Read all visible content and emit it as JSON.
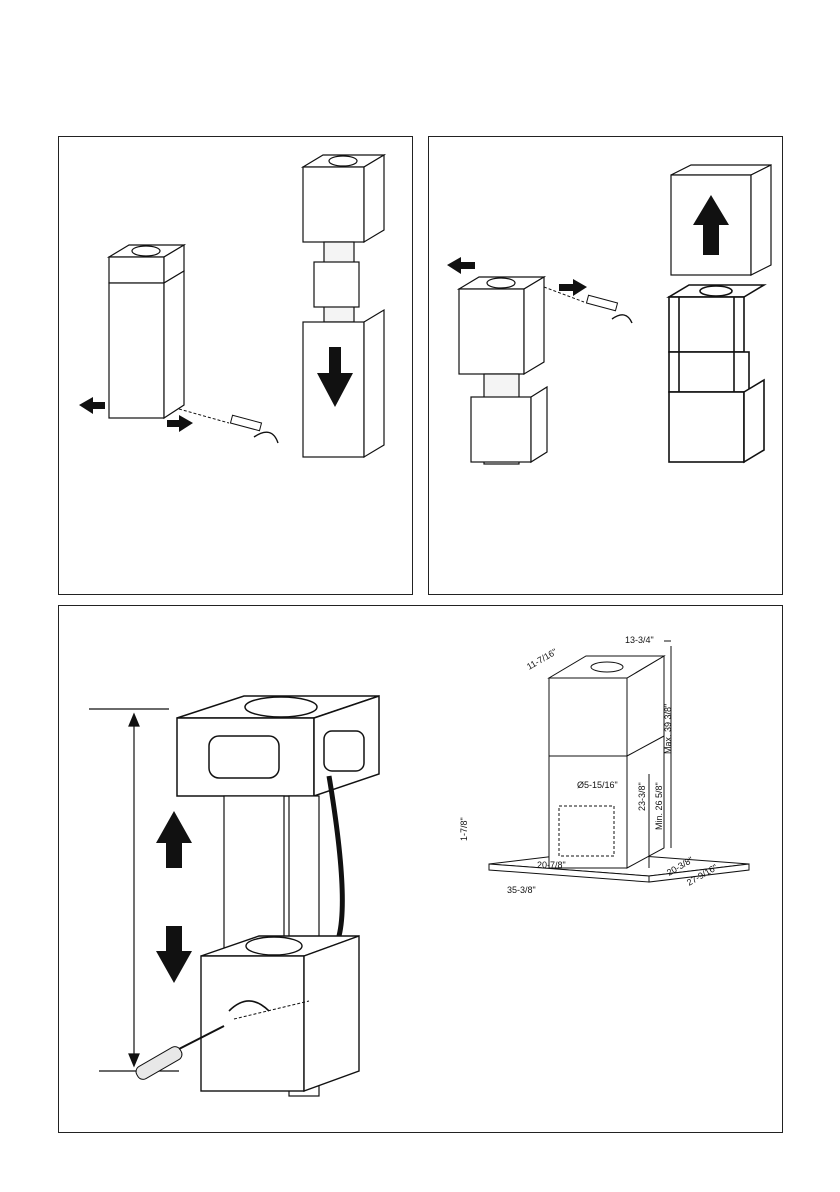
{
  "figure": {
    "panels": [
      {
        "id": "step-remove-lower-cover",
        "arrow": "down-arrow-icon"
      },
      {
        "id": "step-remove-upper-cover",
        "arrow": "up-arrow-icon"
      },
      {
        "id": "step-adjust-height",
        "arrows": [
          "up-arrow-icon",
          "down-arrow-icon"
        ]
      }
    ]
  },
  "dimensions": {
    "top_width": "13-3/4\"",
    "top_depth": "11-7/16\"",
    "max_height": "Max. 39 3/8\"",
    "min_height": "Min. 26 5/8\"",
    "lower_height": "23-3/8\"",
    "duct_diameter": "Ø5-15/16\"",
    "base_thickness": "1-7/8\"",
    "inner_width": "20-7/8\"",
    "base_width": "35-3/8\"",
    "inner_depth": "20-3/8\"",
    "base_depth": "27-9/16\""
  },
  "colors": {
    "line": "#111111",
    "panel_fill": "#ffffff",
    "shade": "#e8e8e8"
  }
}
